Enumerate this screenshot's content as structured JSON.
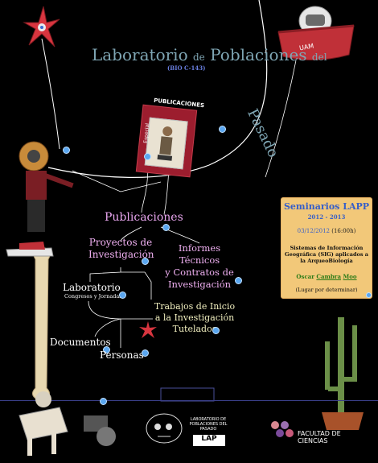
{
  "header": {
    "title_part1": "Laboratorio",
    "title_de": "de",
    "title_part2": "Poblaciones",
    "title_del": "del",
    "code": "(BIO C-143)",
    "pasado": "Pasado"
  },
  "publication": {
    "label": "PUBLICACIONES",
    "badge": "Especial"
  },
  "nav": {
    "publicaciones": "Publicaciones",
    "proyectos_1": "Proyectos de",
    "proyectos_2": "Investigación",
    "informes_1": "Informes Técnicos",
    "informes_2": "y Contratos de",
    "informes_3": "Investigación",
    "laboratorio": "Laboratorio",
    "congresos": "Congresos y Jornadas",
    "trabajos_1": "Trabajos de Inicio",
    "trabajos_2": "a la Investigación",
    "trabajos_3": "Tutelados",
    "documentos": "Documentos",
    "personas": "Personas"
  },
  "seminar": {
    "title": "Seminarios LAPP",
    "years": "2012 - 2013",
    "date": "03/12/2012",
    "time": "(16:00h)",
    "topic": "Sistemas de Información Geográfica (SIG) aplicados a la ArqueoBiología",
    "speaker_first": "Oscar",
    "speaker_mid": "Cambra",
    "speaker_last": "Moo",
    "place": "(Lugar por determinar)"
  },
  "logos": {
    "uam": "UAM",
    "lab_logo": "LABORATORIO DE POBLACIONES DEL PASADO",
    "lab_small": "LAP",
    "facultad_1": "FACULTAD DE",
    "facultad_2": "CIENCIAS"
  },
  "colors": {
    "background": "#000000",
    "title": "#7fa6b4",
    "nav_pink": "#f0b0f2",
    "nav_cream": "#f2f0c0",
    "card": "#f2c879",
    "card_title": "#355ec9",
    "speaker": "#2e7c18",
    "book": "#9c1d2e",
    "link_dot": "#5aa6ef"
  }
}
